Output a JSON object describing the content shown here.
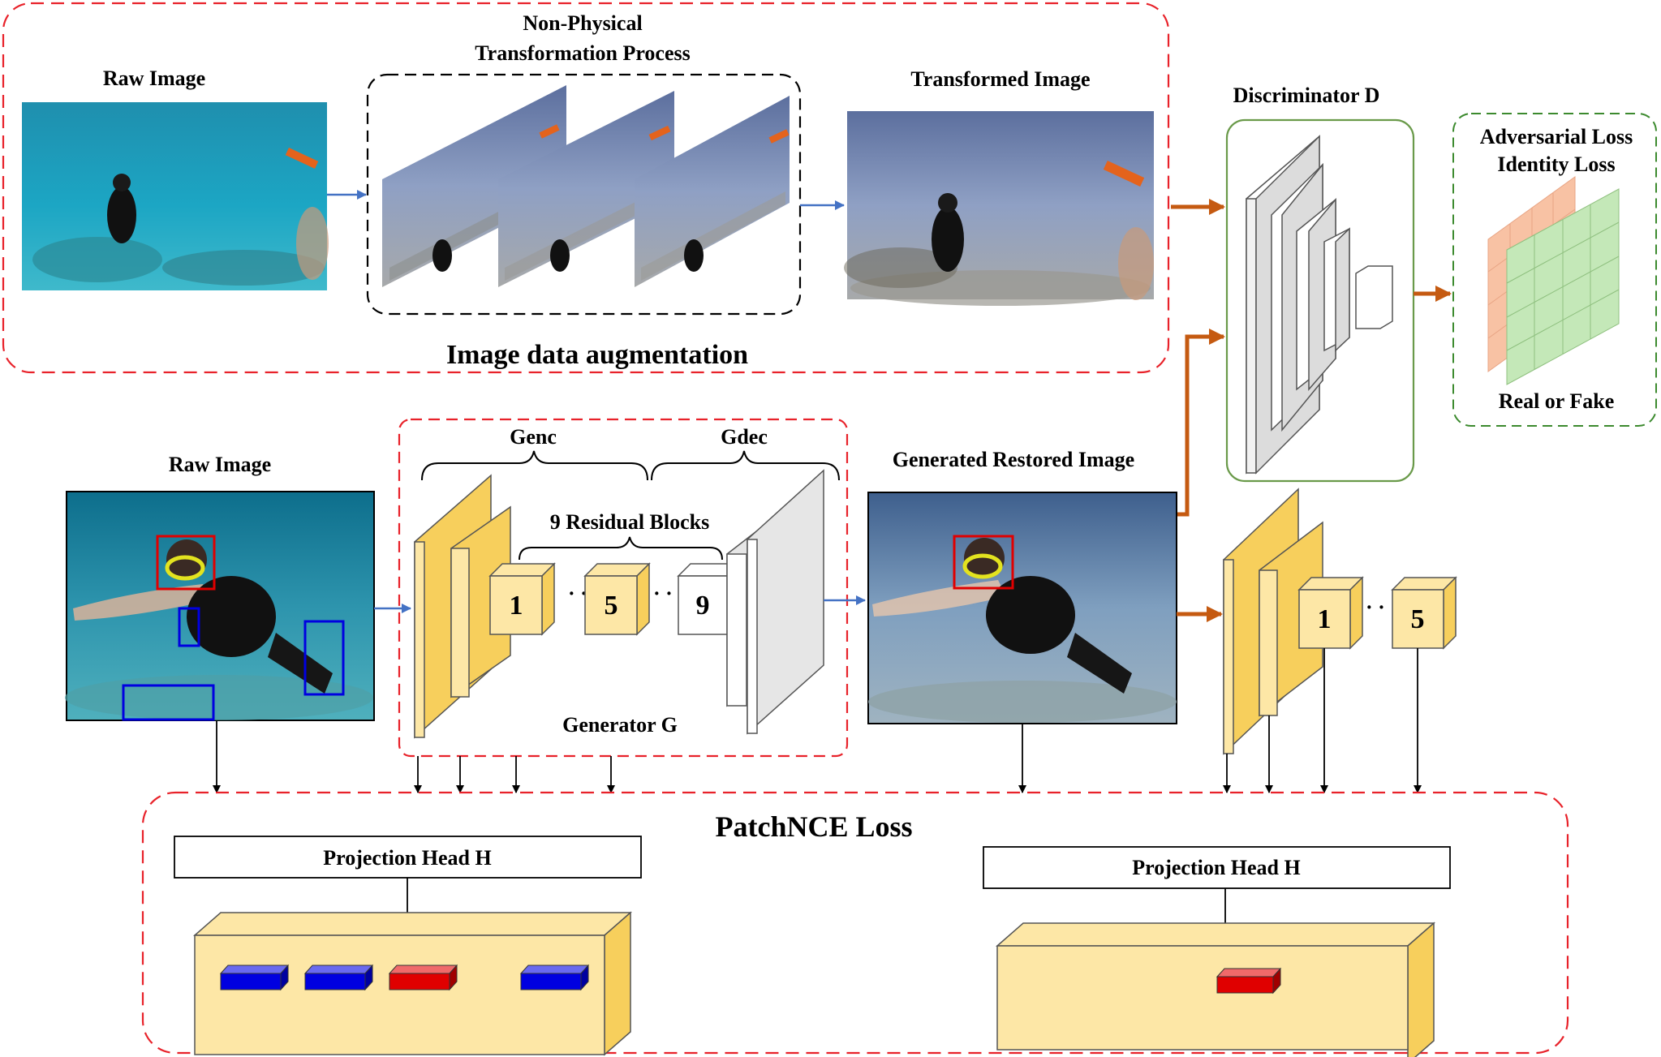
{
  "augmentation": {
    "title": "Image data augmentation",
    "raw_image_label": "Raw Image",
    "process_label_line1": "Non-Physical",
    "process_label_line2": "Transformation Process",
    "transformed_label": "Transformed Image"
  },
  "discriminator": {
    "label": "Discriminator D"
  },
  "outputs": {
    "adversarial_loss": "Adversarial Loss",
    "identity_loss": "Identity Loss",
    "real_or_fake": "Real or Fake"
  },
  "generator": {
    "raw_image_label": "Raw Image",
    "genc_label": "Genc",
    "gdec_label": "Gdec",
    "residual_label": "9 Residual Blocks",
    "name_label": "Generator G",
    "block_1": "1",
    "block_5": "5",
    "block_9": "9",
    "restored_label": "Generated Restored Image"
  },
  "encoder_copy": {
    "block_1": "1",
    "block_5": "5"
  },
  "patchnce": {
    "title": "PatchNCE Loss",
    "head_left": "Projection Head H",
    "head_right": "Projection Head H"
  },
  "colors": {
    "red_dash": "#e8222a",
    "black_dash": "#000000",
    "green_box": "#6a9a4a",
    "green_dash": "#3c8a2e",
    "orange_arrow": "#c55a11",
    "blue_arrow": "#4472c4",
    "yellow_dark": "#f7cf5c",
    "yellow_light": "#fde7a6",
    "patch_blue": "#0000e0",
    "patch_red": "#e00000",
    "grid_peach": "#f8c2a4",
    "grid_green": "#c4e8b8"
  }
}
